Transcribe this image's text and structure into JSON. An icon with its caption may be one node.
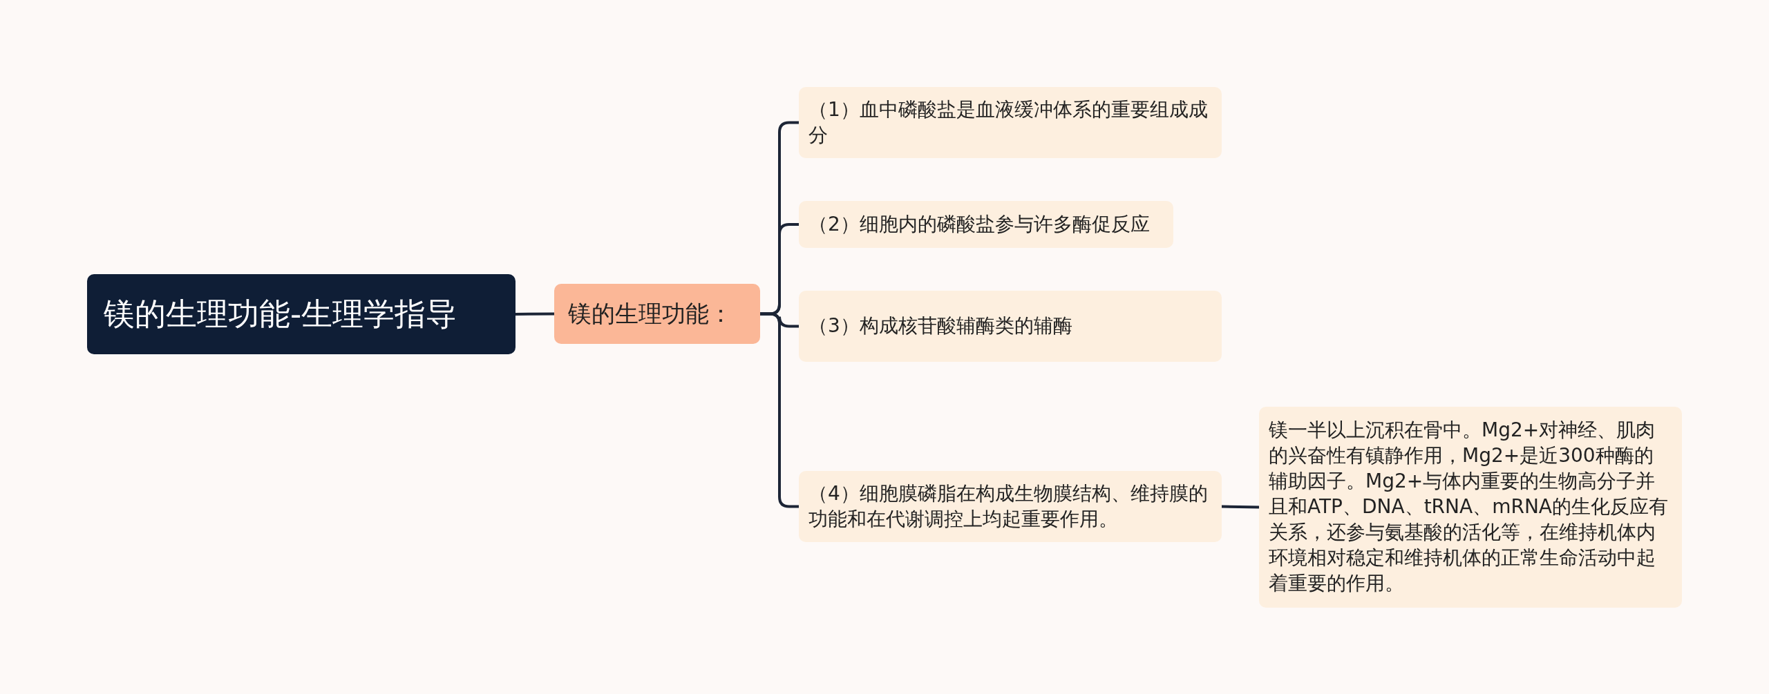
{
  "diagram": {
    "nodes": [
      {
        "text": [
          "镁的生理功能-生理学指导"
        ]
      },
      {
        "text": [
          "镁的生理功能："
        ]
      },
      {
        "text": [
          "（1）血中磷酸盐是血液缓冲体系的重要组成成分"
        ]
      },
      {
        "text": [
          "（2）细胞内的磷酸盐参与许多酶促反应"
        ]
      },
      {
        "text": [
          "（3）构成核苷酸辅酶类的辅酶"
        ]
      },
      {
        "text": [
          "（4）细胞膜磷脂在构成生物膜结构、维持膜的功能和在代谢调控上均起重要作用。"
        ]
      },
      {
        "text": [
          "镁一半以上沉积在骨中。Mg2+对神经、肌肉的兴奋性有镇静作用，Mg2+是近300种酶的辅助因子。Mg2+与体内重要的生物高分子并且和ATP、DNA、tRNA、mRNA的生化反应有关系，还参与氨基酸的活化等，在维持机体内环境相对稳定和维持机体的正常生命活动中起着重要的作用。"
        ]
      }
    ],
    "edges": [
      {
        "from": 0,
        "to": 1,
        "arrow": "none"
      },
      {
        "from": 1,
        "to": 2,
        "arrow": "none"
      },
      {
        "from": 1,
        "to": 3,
        "arrow": "none"
      },
      {
        "from": 1,
        "to": 4,
        "arrow": "none"
      },
      {
        "from": 1,
        "to": 5,
        "arrow": "none"
      },
      {
        "from": 5,
        "to": 6,
        "arrow": "none"
      }
    ]
  }
}
